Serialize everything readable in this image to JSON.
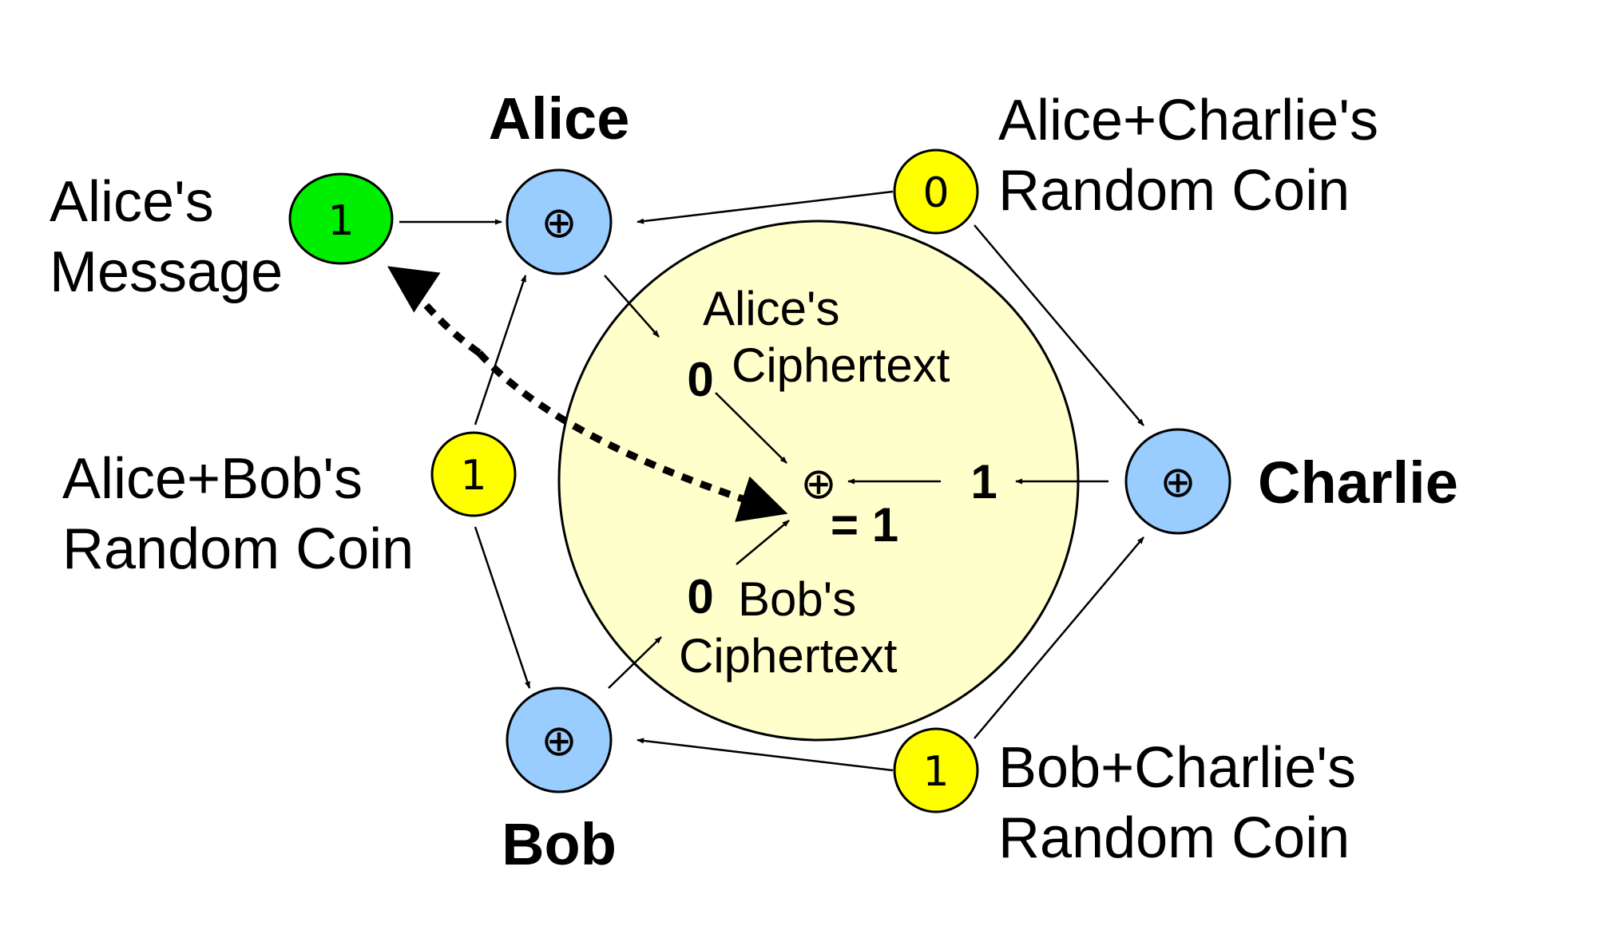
{
  "labels": {
    "alice": "Alice",
    "bob": "Bob",
    "charlie": "Charlie",
    "alice_message_line1": "Alice's",
    "alice_message_line2": "Message",
    "ac_coin_line1": "Alice+Charlie's",
    "ac_coin_line2": "Random Coin",
    "ab_coin_line1": "Alice+Bob's",
    "ab_coin_line2": "Random Coin",
    "bc_coin_line1": "Bob+Charlie's",
    "bc_coin_line2": "Random Coin",
    "alice_ct_line1": "Alice's",
    "alice_ct_line2": "Ciphertext",
    "bob_ct_line1": "Bob's",
    "bob_ct_line2": "Ciphertext"
  },
  "values": {
    "alice_message": "1",
    "ac_coin": "0",
    "ab_coin": "1",
    "bc_coin": "1",
    "alice_ciphertext": "0",
    "bob_ciphertext": "0",
    "charlie_ciphertext": "1",
    "result": "= 1"
  },
  "symbols": {
    "xor": "⊕"
  },
  "colors": {
    "message": "#00ee00",
    "coin": "#ffff00",
    "participant": "#99ccff",
    "table": "#ffffcc",
    "arrow": "#000000"
  }
}
